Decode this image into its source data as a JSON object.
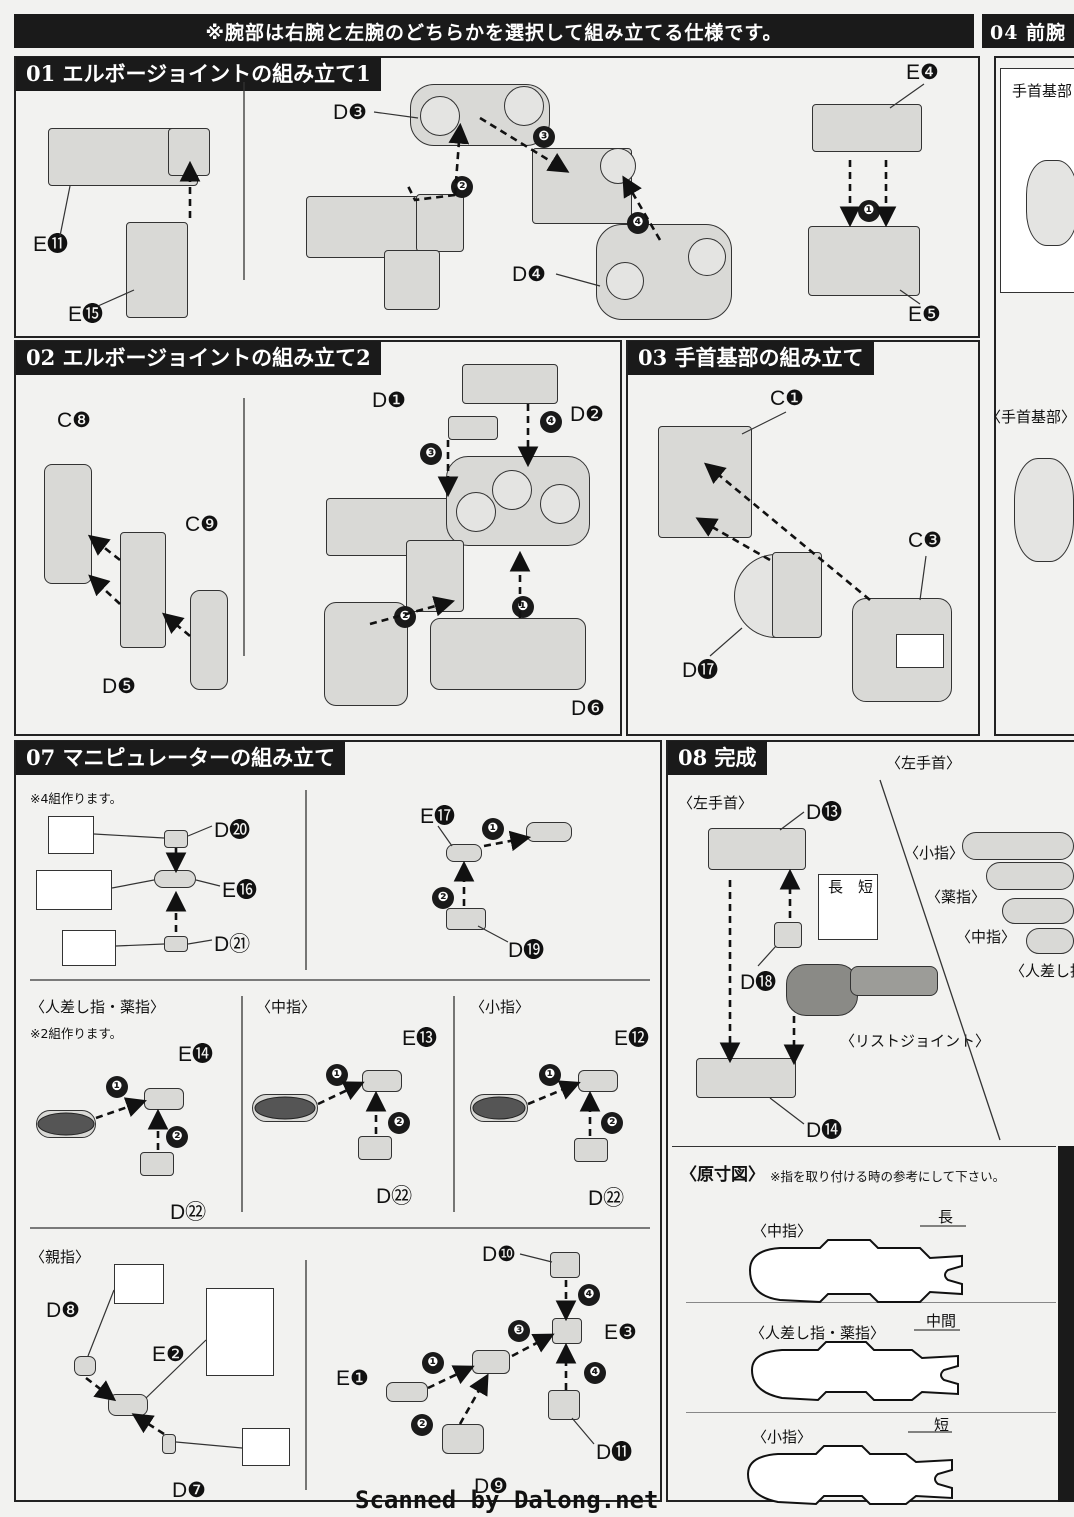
{
  "top_banner": "※腕部は右腕と左腕のどちらかを選択して組み立てる仕様です。",
  "next_banner": "04 前腕",
  "sections": {
    "s01": {
      "title": "01 エルボージョイントの組み立て1",
      "parts": [
        "D❸",
        "D❹",
        "E⓫",
        "E⓯",
        "E❹",
        "E❺"
      ],
      "steps": [
        "❶",
        "❷",
        "❸",
        "❹"
      ]
    },
    "s02": {
      "title": "02 エルボージョイントの組み立て2",
      "parts": [
        "C❽",
        "C❾",
        "D❺",
        "D❶",
        "D❷",
        "D❻"
      ],
      "steps": [
        "❶",
        "❷",
        "❸",
        "❹"
      ]
    },
    "s03": {
      "title": "03 手首基部の組み立て",
      "parts": [
        "C❶",
        "C❸",
        "D⓱"
      ]
    },
    "s04": {
      "label_top": "手首基部",
      "label_mid": "〈手首基部〉"
    },
    "s07": {
      "title": "07 マニピュレーターの組み立て",
      "note_4sets": "※4組作ります。",
      "note_2sets": "※2組作ります。",
      "parts_a": [
        "D⓴",
        "E⓰",
        "D㉑"
      ],
      "parts_b": [
        "E⓱",
        "D⓳"
      ],
      "sub_index_ring": "〈人差し指・薬指〉",
      "sub_middle": "〈中指〉",
      "sub_little": "〈小指〉",
      "sub_thumb": "〈親指〉",
      "parts_index": [
        "E⓮",
        "D㉒"
      ],
      "parts_middle": [
        "E⓭",
        "D㉒"
      ],
      "parts_little": [
        "E⓬",
        "D㉒"
      ],
      "parts_thumb": [
        "D❽",
        "E❷",
        "D❼",
        "D❿",
        "E❸",
        "E❶",
        "D❾",
        "D⓫"
      ],
      "steps": [
        "❶",
        "❷",
        "❸",
        "❹"
      ]
    },
    "s08": {
      "title": "08 完成",
      "left_wrist": "〈左手首〉",
      "left_wrist_right": "〈左手首〉",
      "parts": [
        "D⓭",
        "D⓲",
        "D⓮"
      ],
      "long": "長",
      "short": "短",
      "wrist_joint": "〈リストジョイント〉",
      "little_finger": "〈小指〉",
      "ring_finger": "〈薬指〉",
      "middle_finger": "〈中指〉",
      "index_finger_cut": "〈人差し指",
      "actual_size_title": "〈原寸図〉",
      "actual_size_note": "※指を取り付ける時の参考にして下さい。",
      "sizes": [
        {
          "name": "〈中指〉",
          "tag": "長"
        },
        {
          "name": "〈人差し指・薬指〉",
          "tag": "中間"
        },
        {
          "name": "〈小指〉",
          "tag": "短"
        }
      ]
    }
  },
  "footer": "Scanned by Dalong.net"
}
